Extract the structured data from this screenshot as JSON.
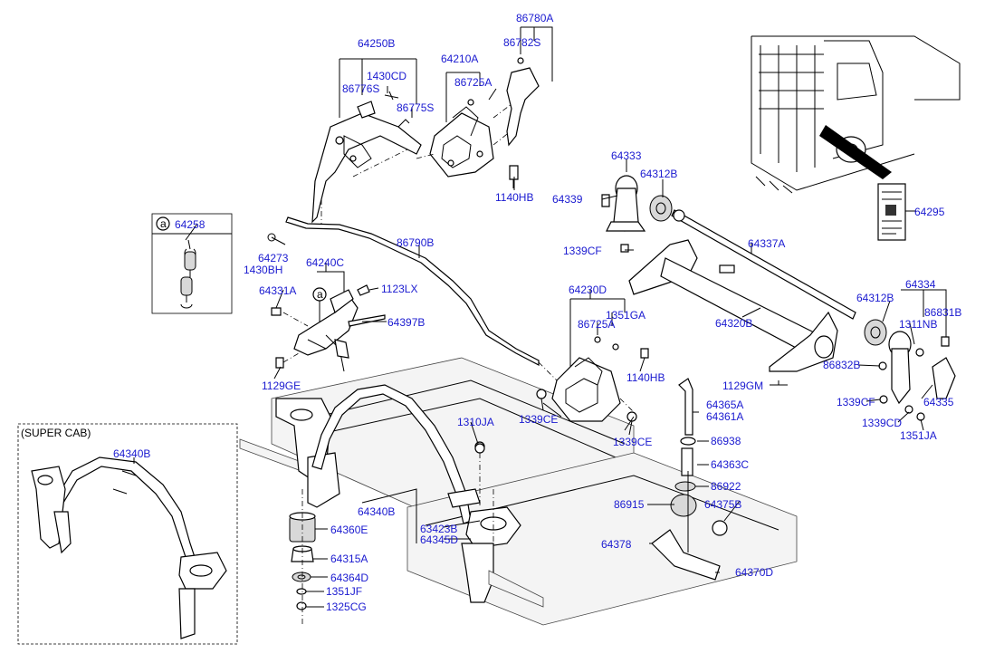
{
  "parts": [
    {
      "id": "p86780A",
      "text": "86780A"
    },
    {
      "id": "p86782S",
      "text": "86782S"
    },
    {
      "id": "p64250B",
      "text": "64250B"
    },
    {
      "id": "p1430CD",
      "text": "1430CD"
    },
    {
      "id": "p86776S",
      "text": "86776S"
    },
    {
      "id": "p86775S",
      "text": "86775S"
    },
    {
      "id": "p64210A",
      "text": "64210A"
    },
    {
      "id": "p86725A_1",
      "text": "86725A"
    },
    {
      "id": "p1140HB_1",
      "text": "1140HB"
    },
    {
      "id": "p64333",
      "text": "64333"
    },
    {
      "id": "p64312B_1",
      "text": "64312B"
    },
    {
      "id": "p64339",
      "text": "64339"
    },
    {
      "id": "p1339CF_1",
      "text": "1339CF"
    },
    {
      "id": "p64258",
      "text": "64258"
    },
    {
      "id": "p64273",
      "text": "64273"
    },
    {
      "id": "p1430BH",
      "text": "1430BH"
    },
    {
      "id": "p86790B",
      "text": "86790B"
    },
    {
      "id": "p64240C",
      "text": "64240C"
    },
    {
      "id": "p64331A",
      "text": "64331A"
    },
    {
      "id": "p1123LX",
      "text": "1123LX"
    },
    {
      "id": "p64397B",
      "text": "64397B"
    },
    {
      "id": "p1129GE",
      "text": "1129GE"
    },
    {
      "id": "p64337A",
      "text": "64337A"
    },
    {
      "id": "p64295",
      "text": "64295"
    },
    {
      "id": "p64230D",
      "text": "64230D"
    },
    {
      "id": "p1351GA",
      "text": "1351GA"
    },
    {
      "id": "p86725A_2",
      "text": "86725A"
    },
    {
      "id": "p1140HB_2",
      "text": "1140HB"
    },
    {
      "id": "p64320B",
      "text": "64320B"
    },
    {
      "id": "p64312B_2",
      "text": "64312B"
    },
    {
      "id": "p64334",
      "text": "64334"
    },
    {
      "id": "p86831B",
      "text": "86831B"
    },
    {
      "id": "p1311NB",
      "text": "1311NB"
    },
    {
      "id": "p86832B",
      "text": "86832B"
    },
    {
      "id": "p1129GM",
      "text": "1129GM"
    },
    {
      "id": "p1339CF_2",
      "text": "1339CF"
    },
    {
      "id": "p64335",
      "text": "64335"
    },
    {
      "id": "p1339CD",
      "text": "1339CD"
    },
    {
      "id": "p1351JA",
      "text": "1351JA"
    },
    {
      "id": "p64365A",
      "text": "64365A"
    },
    {
      "id": "p64361A",
      "text": "64361A"
    },
    {
      "id": "p1310JA",
      "text": "1310JA"
    },
    {
      "id": "p1339CE_1",
      "text": "1339CE"
    },
    {
      "id": "p1339CE_2",
      "text": "1339CE"
    },
    {
      "id": "p86938",
      "text": "86938"
    },
    {
      "id": "p64363C",
      "text": "64363C"
    },
    {
      "id": "p86922",
      "text": "86922"
    },
    {
      "id": "p64340B_1",
      "text": "64340B"
    },
    {
      "id": "p64340B_2",
      "text": "64340B"
    },
    {
      "id": "p64360E",
      "text": "64360E"
    },
    {
      "id": "p63423B",
      "text": "63423B"
    },
    {
      "id": "p64345D",
      "text": "64345D"
    },
    {
      "id": "p86915",
      "text": "86915"
    },
    {
      "id": "p64375B",
      "text": "64375B"
    },
    {
      "id": "p64315A",
      "text": "64315A"
    },
    {
      "id": "p64378",
      "text": "64378"
    },
    {
      "id": "p64370D",
      "text": "64370D"
    },
    {
      "id": "p64364D",
      "text": "64364D"
    },
    {
      "id": "p1351JF",
      "text": "1351JF"
    },
    {
      "id": "p1325CG",
      "text": "1325CG"
    }
  ],
  "labels": {
    "super_cab": "(SUPER CAB)",
    "circle_a": "a"
  },
  "colors": {
    "part_number": "#1a1ad0",
    "line": "#000000"
  }
}
